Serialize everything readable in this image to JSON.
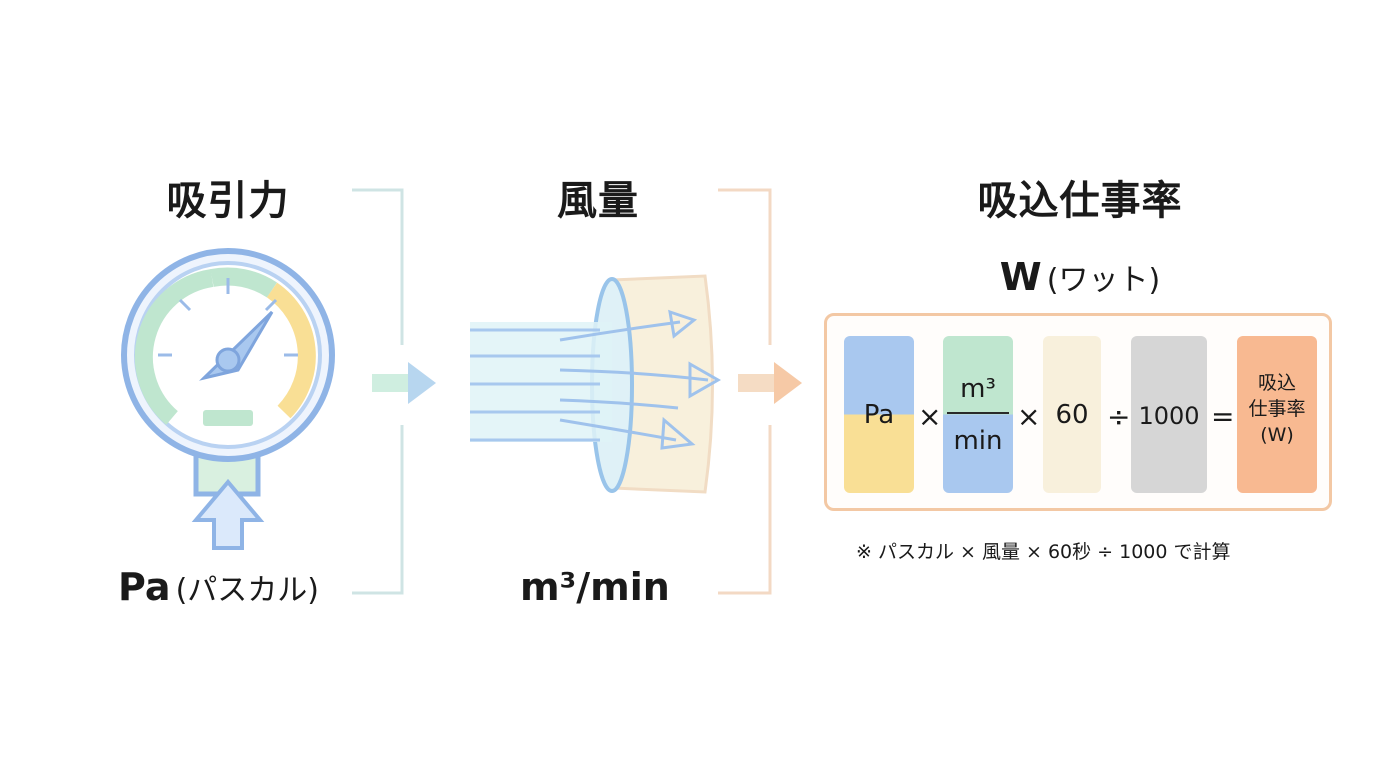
{
  "suction": {
    "title": "吸引力",
    "unit_main": "Pa",
    "unit_paren": "(パスカル)"
  },
  "airflow": {
    "title": "風量",
    "unit": "m³/min"
  },
  "power": {
    "title": "吸込仕事率",
    "unit_main": "W",
    "unit_paren": "(ワット)"
  },
  "formula": {
    "pa": "Pa",
    "times1": "×",
    "m3": "m³",
    "min": "min",
    "times2": "×",
    "sixty": "60",
    "divide": "÷",
    "thousand": "1000",
    "equals": "=",
    "result_line1": "吸込",
    "result_line2": "仕事率",
    "result_line3": "(W)"
  },
  "note": "※ パスカル × 風量 × 60秒 ÷ 1000 で計算",
  "colors": {
    "blue": "#a9c8ef",
    "green": "#bfe6cf",
    "yellow": "#f9df95",
    "cream": "#f8f0dc",
    "gray": "#d6d6d6",
    "orange": "#f8b991",
    "frame": "#f3c8a4"
  }
}
